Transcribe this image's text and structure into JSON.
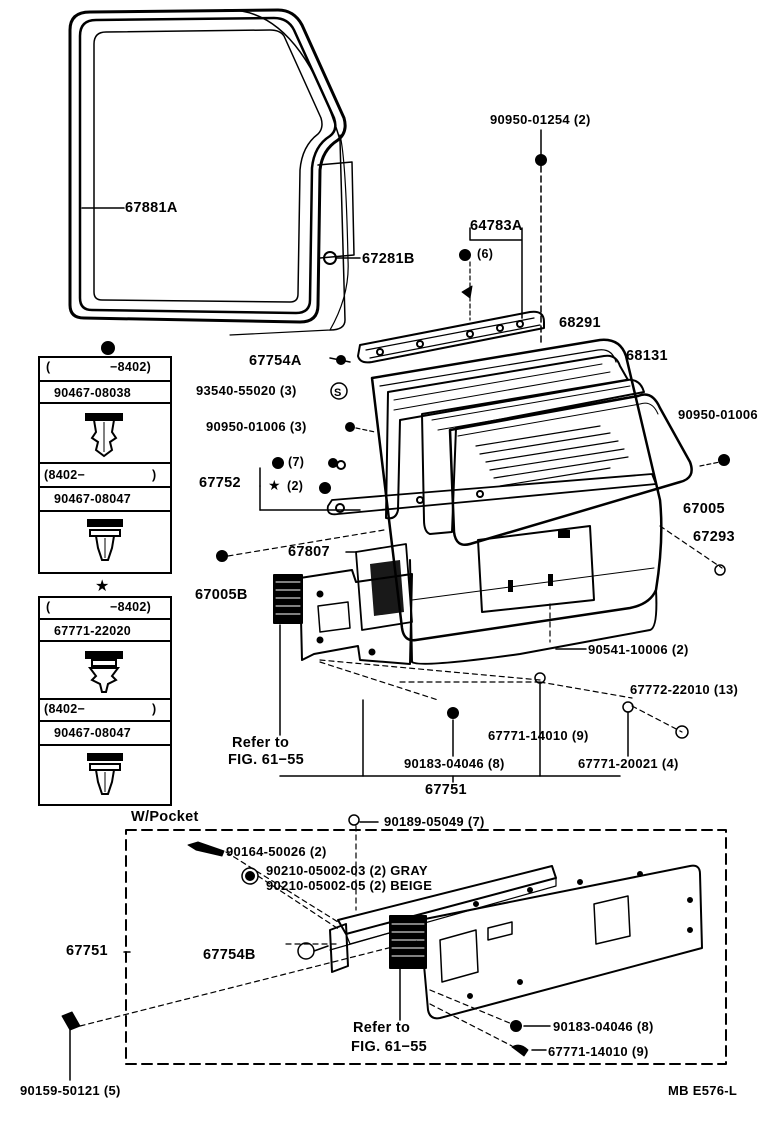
{
  "diagram": {
    "code": "MB E576-L",
    "labels": {
      "p67881a": "67881A",
      "p67281b": "67281B",
      "p90950_01254": "90950-01254 (2)",
      "p64783a": "64783A",
      "q6": "(6)",
      "p68291": "68291",
      "p68131": "68131",
      "p67754a": "67754A",
      "p93540": "93540-55020 (3)",
      "p90950_01006_3": "90950-01006 (3)",
      "p90950_01006": "90950-01006",
      "q7": "(7)",
      "p67752": "67752",
      "q2": "(2)",
      "p67005": "67005",
      "p67807": "67807",
      "p67293": "67293",
      "p67005b": "67005B",
      "p90541": "90541-10006 (2)",
      "p67772": "67772-22010 (13)",
      "p67771_14010_9a": "67771-14010 (9)",
      "refer1": "Refer to",
      "fig1": "FIG. 61−55",
      "p90183_a": "90183-04046 (8)",
      "p67771_20021": "67771-20021 (4)",
      "p67751": "67751",
      "wpocket": "W/Pocket",
      "p90189": "90189-05049 (7)",
      "p90164": "90164-50026 (2)",
      "p90210_03": "90210-05002-03 (2) GRAY",
      "p90210_05": "90210-05002-05 (2) BEIGE",
      "p67751b": "67751",
      "p67754b": "67754B",
      "refer2": "Refer to",
      "fig2": "FIG. 61−55",
      "p90183_b": "90183-04046 (8)",
      "p67771_14010_9b": "67771-14010 (9)",
      "p90159": "90159-50121 (5)"
    },
    "legend_a": {
      "symbol": "circle",
      "r1_left": "(",
      "r1_right": "−8402)",
      "r2": "90467-08038",
      "r3_left": "(8402−",
      "r3_right": ")",
      "r4": "90467-08047"
    },
    "legend_b": {
      "symbol": "★",
      "r1_left": "(",
      "r1_right": "−8402)",
      "r2": "67771-22020",
      "r3_left": "(8402−",
      "r3_right": ")",
      "r4": "90467-08047"
    }
  }
}
